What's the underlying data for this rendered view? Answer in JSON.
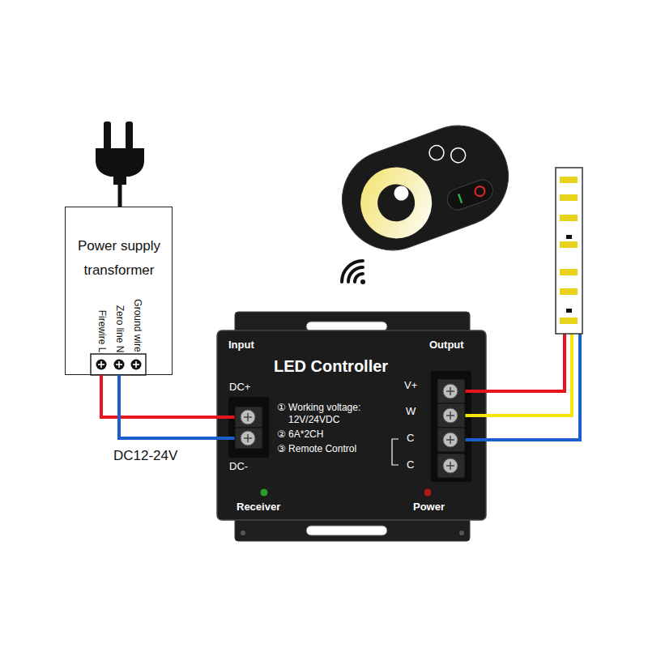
{
  "diagram": {
    "nodes": [
      {
        "text": [
          "Power supply transformer",
          "Firewire L",
          "Zero line N",
          "Ground wire"
        ]
      },
      {
        "text": [
          "LED Controller",
          "Input",
          "Output",
          "DC+",
          "DC-",
          "① Working voltage: 12V/24VDC",
          "② 6A*2CH",
          "③ Remote Control",
          "V+",
          "W",
          "C",
          "C",
          "Receiver",
          "Power"
        ]
      }
    ],
    "edges": [
      {
        "from": 0,
        "to": 1,
        "arrow": "none"
      },
      {
        "from": 0,
        "to": 1,
        "arrow": "none"
      }
    ],
    "labels": [
      "DC12-24V"
    ]
  }
}
